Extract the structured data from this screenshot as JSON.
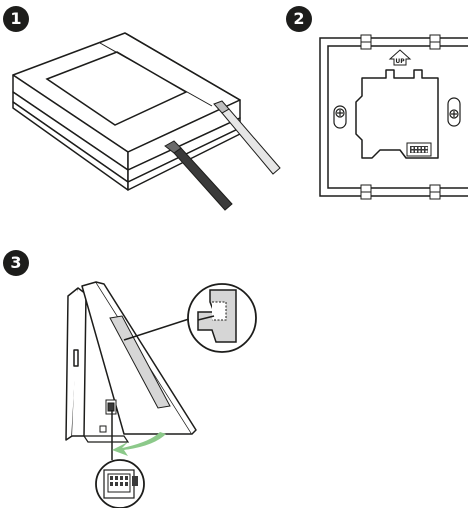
{
  "steps": [
    {
      "number": "1",
      "description_label": ""
    },
    {
      "number": "2",
      "description_label": ""
    },
    {
      "number": "3",
      "description_label": ""
    }
  ],
  "mounting_plate": {
    "up_label": "UP"
  },
  "colors": {
    "line": "#1d1d1b",
    "tool_dark": "#3a3a3a",
    "tool_light": "#d9d9d9",
    "screen_gray": "#d6d6d6",
    "arrow_green": "#8cc98a"
  }
}
